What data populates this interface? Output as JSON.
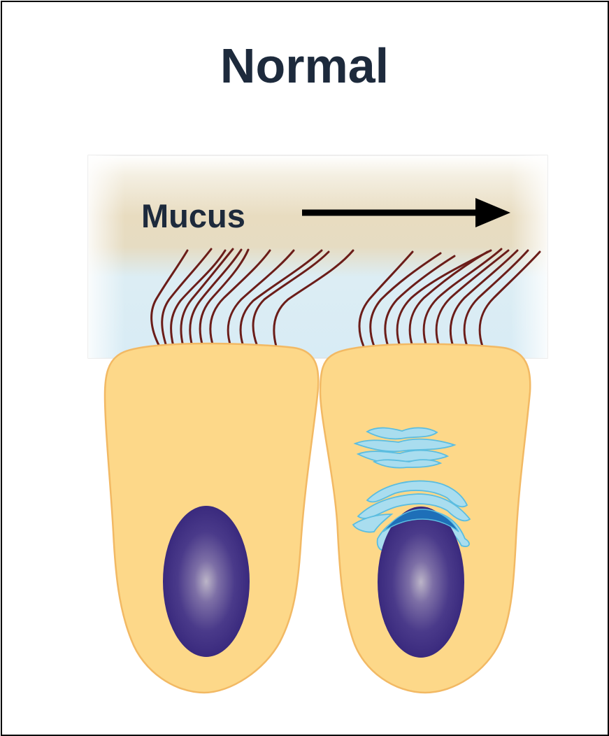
{
  "title": "Normal",
  "labels": {
    "mucus": "Mucus"
  },
  "colors": {
    "title_text": "#1d2a3c",
    "mucus_layer": "#e9dfc6",
    "periciliary_layer": "#d9edf6",
    "cilia": "#6b1d19",
    "cell_fill": "#fdd889",
    "cell_outline": "#f2b964",
    "nucleus_center": "#b9b2c6",
    "nucleus_edge": "#3a2b7a",
    "golgi_fill": "#a9ddef",
    "golgi_outline": "#5bbde0",
    "arrow": "#000000"
  },
  "icons": {
    "flow_arrow": "arrow-right"
  }
}
